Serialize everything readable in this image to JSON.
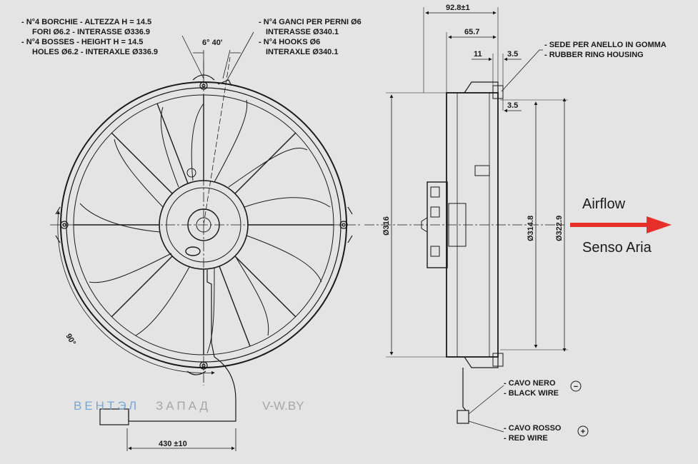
{
  "notes": {
    "bosses_it_1": "- N°4 BORCHIE - ALTEZZA H = 14.5",
    "bosses_it_2": "FORI Ø6.2 - INTERASSE Ø336.9",
    "bosses_en_1": "- N°4 BOSSES - HEIGHT H = 14.5",
    "bosses_en_2": "HOLES Ø6.2 - INTERAXLE Ø336.9",
    "hooks_it_1": "- N°4 GANCI PER PERNI Ø6",
    "hooks_it_2": "INTERASSE Ø340.1",
    "hooks_en_1": "- N°4 HOOKS Ø6",
    "hooks_en_2": "INTERAXLE Ø340.1",
    "ring_it": "- SEDE PER ANELLO IN GOMMA",
    "ring_en": "- RUBBER RING HOUSING",
    "black_it": "- CAVO NERO",
    "black_en": "- BLACK WIRE",
    "red_it": "- CAVO ROSSO",
    "red_en": "- RED WIRE",
    "minus_symbol": "−",
    "plus_symbol": "+"
  },
  "dimensions": {
    "angle": "6° 40'",
    "arc_angle": "90°",
    "total_depth": "92.8±1",
    "depth_65": "65.7",
    "d11": "11",
    "d3_5_top": "3.5",
    "d3_5_mid": "3.5",
    "dia_316": "Ø316",
    "dia_314": "Ø314.8",
    "dia_322": "Ø322.9",
    "cable_len": "430 ±10"
  },
  "airflow": {
    "label_en": "Airflow",
    "label_it": "Senso Aria",
    "arrow_color": "#e8302a"
  },
  "watermark": {
    "part1": "ВЕНТЭЛ",
    "part2": "ЗАПАД",
    "site": "V-W.BY"
  },
  "colors": {
    "background": "#e4e4e4",
    "line": "#1a1a1a",
    "watermark_blue": "#7aa6d2",
    "watermark_grey": "#a7a7a7"
  }
}
